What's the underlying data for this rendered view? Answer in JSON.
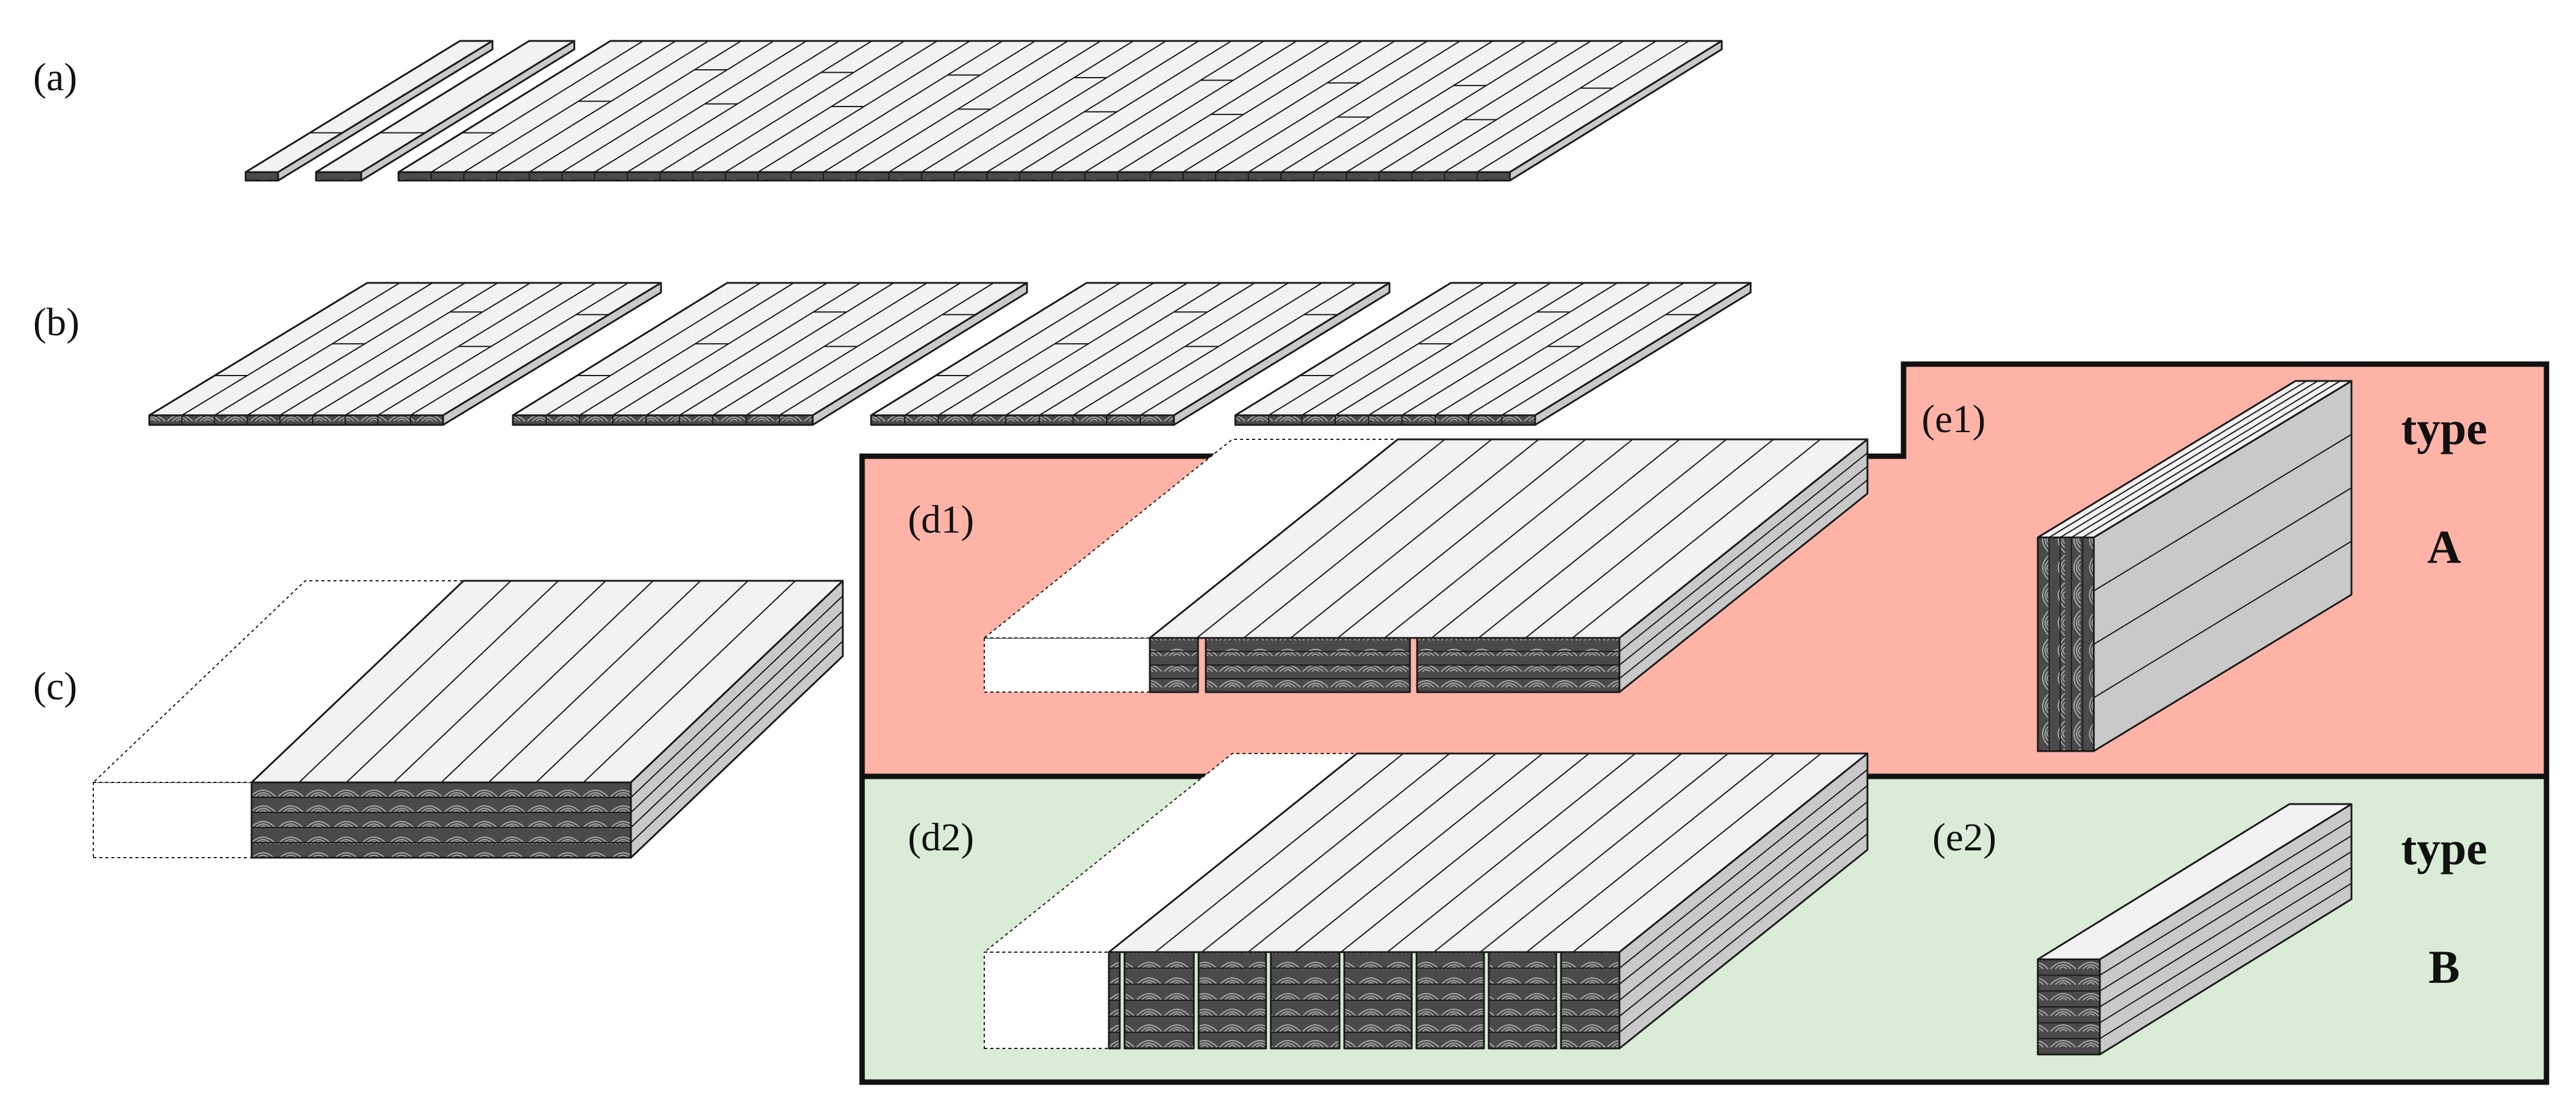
{
  "labels": {
    "a": "(a)",
    "b": "(b)",
    "c": "(c)",
    "d1": "(d1)",
    "d2": "(d2)",
    "e1": "(e1)",
    "e2": "(e2)"
  },
  "type_a": {
    "word": "type",
    "letter": "A"
  },
  "type_b": {
    "word": "type",
    "letter": "B"
  },
  "colors": {
    "type_a_fill": "#ffb3a7",
    "type_b_fill": "#d9ecd6",
    "frame": "#111111",
    "board_top": "#f2f2f2",
    "board_side": "#c9c9c9",
    "board_end": "#4a4a4a",
    "grain": "#9a9a9a"
  }
}
